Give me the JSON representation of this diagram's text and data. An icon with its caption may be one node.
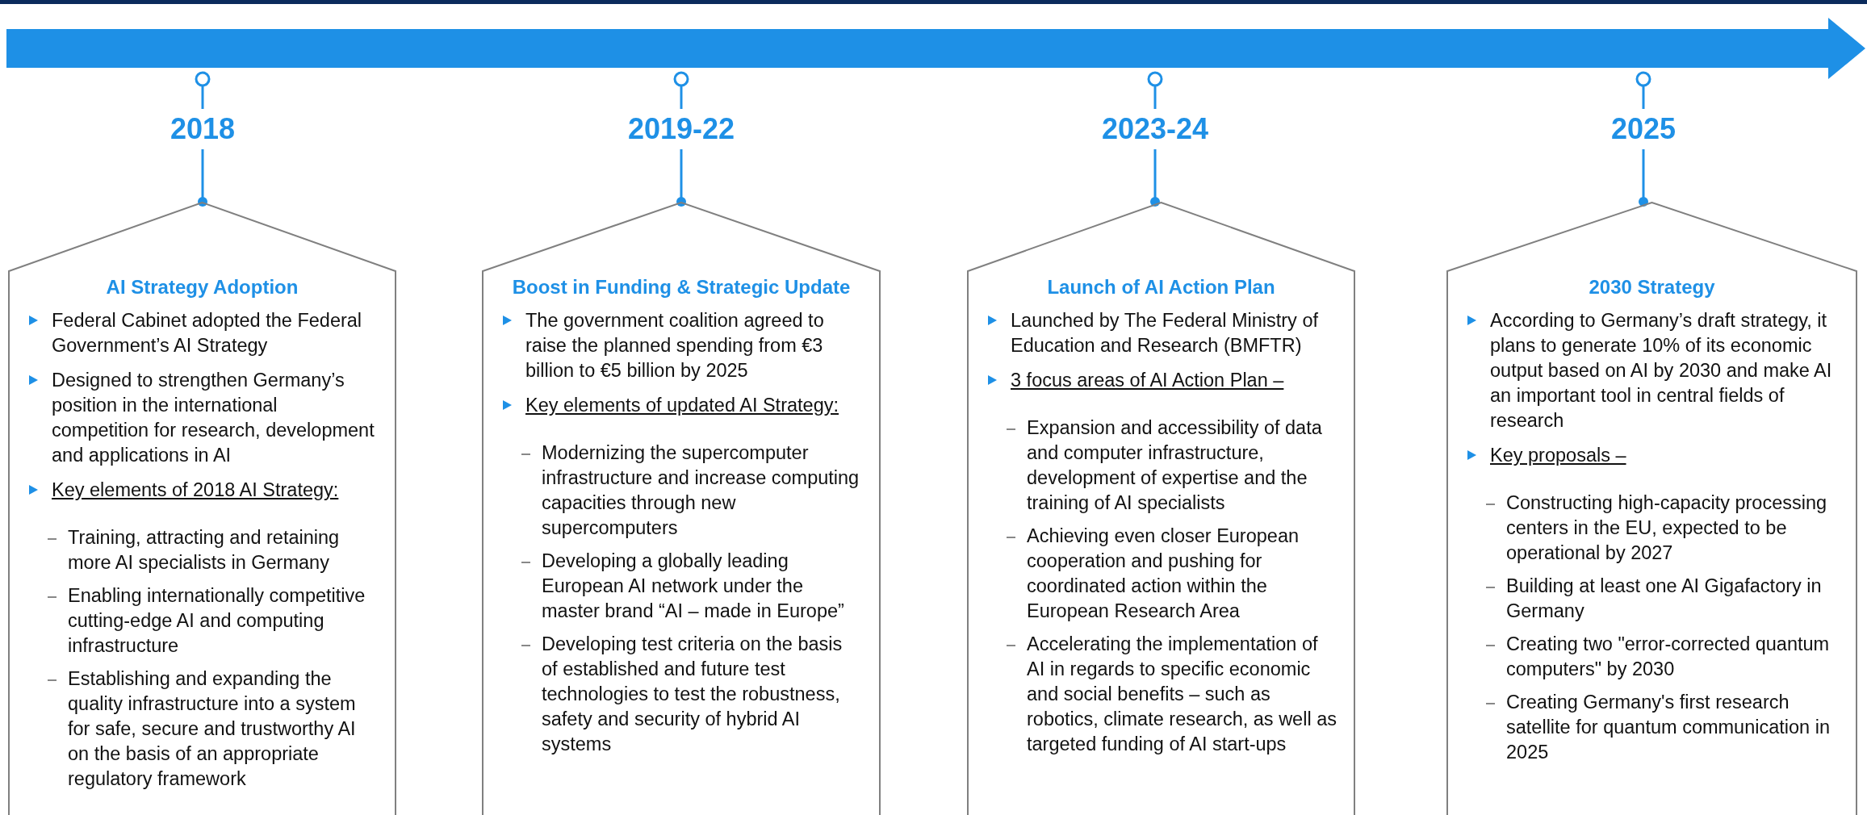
{
  "diagram": {
    "nodes": [
      {
        "text": [],
        "shape": "arrow"
      },
      {
        "text": [
          "2018"
        ]
      },
      {
        "text": [
          "2019-22"
        ]
      },
      {
        "text": [
          "2023-24"
        ]
      },
      {
        "text": [
          "2025"
        ]
      },
      {
        "text": [
          "AI Strategy Adoption",
          "Federal Cabinet adopted the Federal Government’s AI Strategy",
          "Designed to strengthen Germany’s position in the international competition for research, development and applications in AI",
          "Key elements of 2018 AI Strategy:",
          "Training, attracting and retaining more AI specialists in Germany",
          "Enabling internationally competitive cutting-edge AI and computing infrastructure",
          "Establishing and expanding the quality infrastructure into a system for safe, secure and trustworthy AI on the basis of an appropriate regulatory framework"
        ]
      },
      {
        "text": [
          "Boost in Funding & Strategic Update",
          "The government coalition agreed to raise the planned spending from €3 billion to €5 billion by 2025",
          "Key elements of updated AI Strategy:",
          "Modernizing the supercomputer infrastructure and increase computing capacities through new supercomputers",
          "Developing a globally leading European AI network under the master brand “AI – made in Europe”",
          "Developing test criteria on the basis of established and future test technologies to test the robustness, safety and security of hybrid AI systems"
        ]
      },
      {
        "text": [
          "Launch of AI Action Plan",
          "Launched by The Federal Ministry of Education and Research (BMFTR)",
          "3 focus areas of AI Action Plan –",
          "Expansion and accessibility of data and computer infrastructure, development of expertise and the training of AI specialists",
          "Achieving even closer European cooperation and pushing for coordinated action within the European Research Area",
          "Accelerating the implementation of AI in regards to specific economic and social benefits – such as robotics, climate research, as well as targeted funding of AI start-ups"
        ]
      },
      {
        "text": [
          "2030 Strategy",
          "According to Germany’s draft strategy, it plans to generate 10% of its economic output based on AI by 2030 and make AI an important tool in central fields of research",
          "Key proposals –",
          "Constructing high-capacity processing centers in the EU, expected to be operational by 2027",
          "Building at least one AI Gigafactory in Germany",
          "Creating two \"error-corrected quantum computers\" by 2030",
          "Creating Germany's first research satellite for quantum communication in 2025"
        ]
      }
    ],
    "edges": [
      {
        "from": 1,
        "to": 0,
        "arrow": "other"
      },
      {
        "from": 1,
        "to": 5,
        "arrow": "other"
      },
      {
        "from": 2,
        "to": 0,
        "arrow": "other"
      },
      {
        "from": 2,
        "to": 6,
        "arrow": "other"
      },
      {
        "from": 3,
        "to": 0,
        "arrow": "other"
      },
      {
        "from": 3,
        "to": 7,
        "arrow": "other"
      },
      {
        "from": 4,
        "to": 0,
        "arrow": "other"
      },
      {
        "from": 4,
        "to": 8,
        "arrow": "other"
      }
    ]
  }
}
